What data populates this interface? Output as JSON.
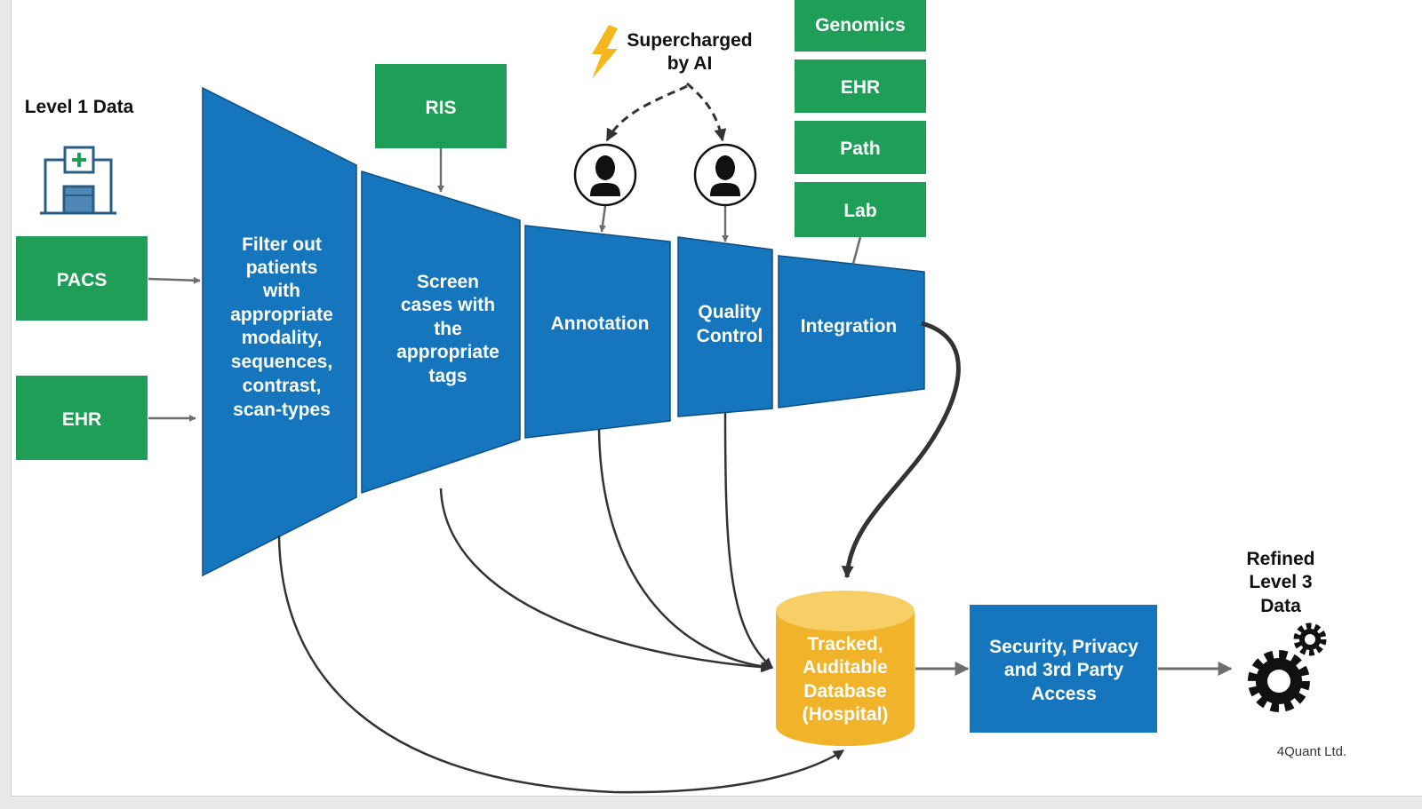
{
  "colors": {
    "green": "#1f9e57",
    "blue": "#1576be",
    "blue_edge": "#0e4f86",
    "yellow": "#f0b32a",
    "yellow_top": "#f6cf66",
    "bolt": "#f5b71b",
    "arrow_gray": "#6d6d6d",
    "curve_dark": "#333333"
  },
  "level1_label": "Level 1 Data",
  "icons": {
    "hospital": "hospital-icon",
    "bolt": "lightning-bolt-icon",
    "person": "user-avatar-icon",
    "gears": "gears-icon"
  },
  "sources": {
    "pacs": "PACS",
    "ehr": "EHR",
    "ris": "RIS"
  },
  "integration_sources": [
    "Genomics",
    "EHR",
    "Path",
    "Lab"
  ],
  "ai_label": [
    "Supercharged",
    "by AI"
  ],
  "stages": {
    "filter": [
      "Filter out",
      "patients",
      "with",
      "appropriate",
      "modality,",
      "sequences,",
      "contrast,",
      "scan-types"
    ],
    "screen": [
      "Screen",
      "cases with",
      "the",
      "appropriate",
      "tags"
    ],
    "annotation": [
      "Annotation"
    ],
    "qc": [
      "Quality",
      "Control"
    ],
    "integration": [
      "Integration"
    ]
  },
  "database": [
    "Tracked,",
    "Auditable",
    "Database",
    "(Hospital)"
  ],
  "security": [
    "Security, Privacy",
    "and 3rd Party",
    "Access"
  ],
  "refined": [
    "Refined",
    "Level 3",
    "Data"
  ],
  "credit": "4Quant Ltd."
}
